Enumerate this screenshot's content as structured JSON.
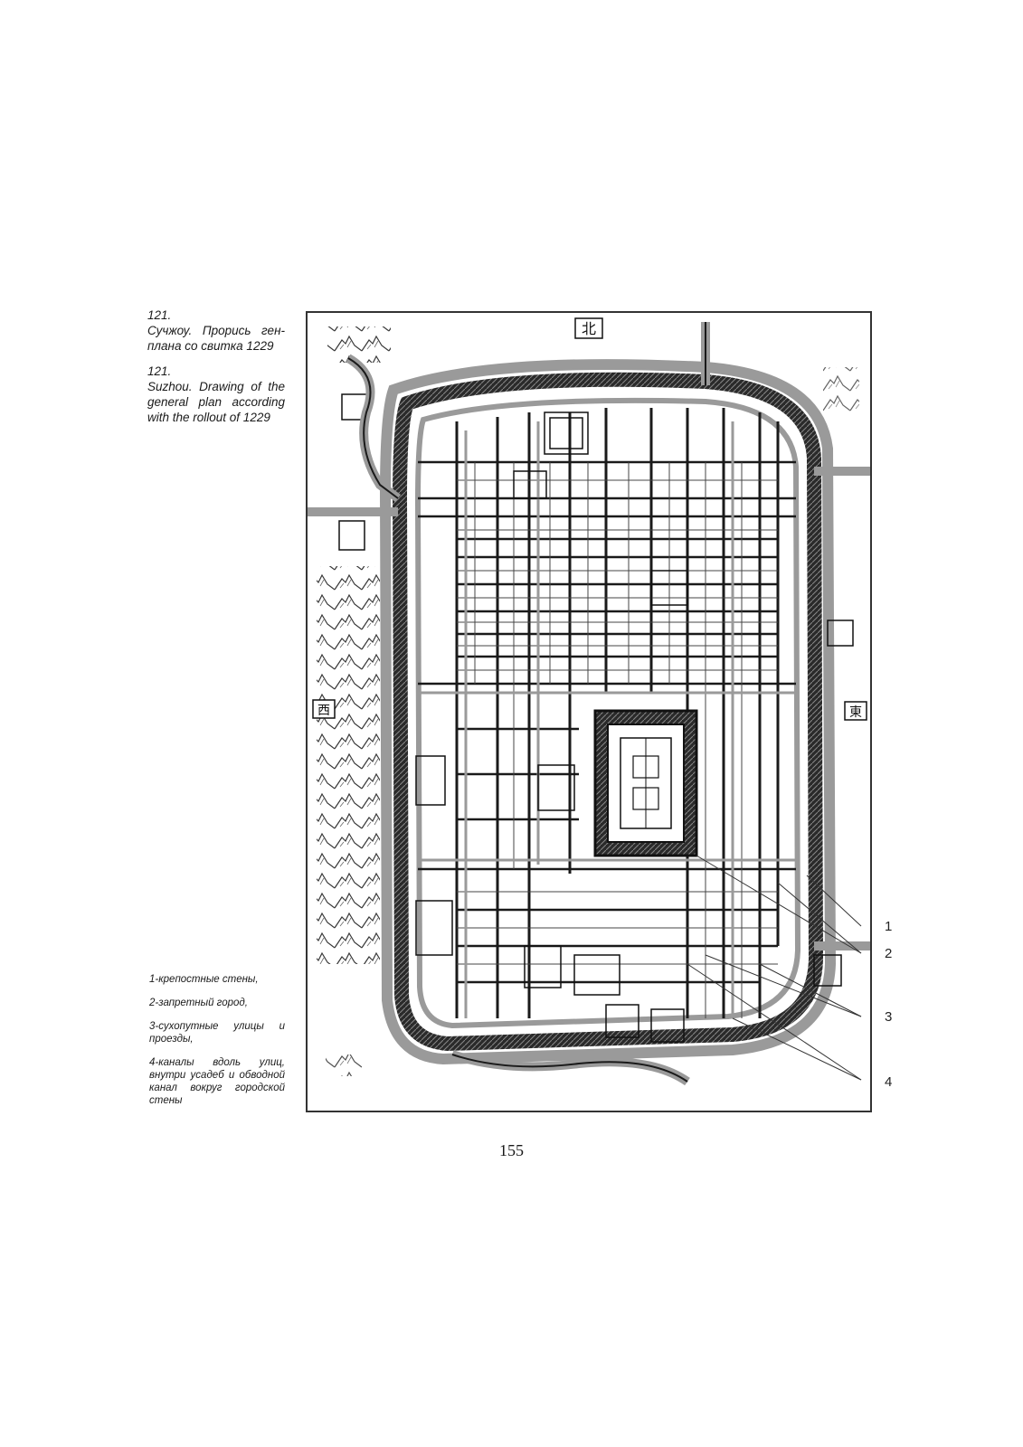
{
  "caption_ru": {
    "number": "121.",
    "text": "Сучжоу. Прорись ген-плана со свитка 1229"
  },
  "caption_en": {
    "number": "121.",
    "text": "Suzhou. Drawing of the general plan according with the rollout of 1229"
  },
  "legend": [
    "1-крепостные стены,",
    "2-запретный город,",
    "3-сухопутные улицы и проезды,",
    "4-каналы вдоль улиц, внутри усадеб и обводной канал вокруг городской стены"
  ],
  "map": {
    "callouts": [
      "1",
      "2",
      "3",
      "4"
    ],
    "direction_labels": {
      "north": "北",
      "west": "西",
      "east": "東"
    },
    "colors": {
      "ink": "#1a1a1a",
      "canal": "#9a9a9a",
      "paper": "#ffffff"
    }
  },
  "page_number": "155"
}
